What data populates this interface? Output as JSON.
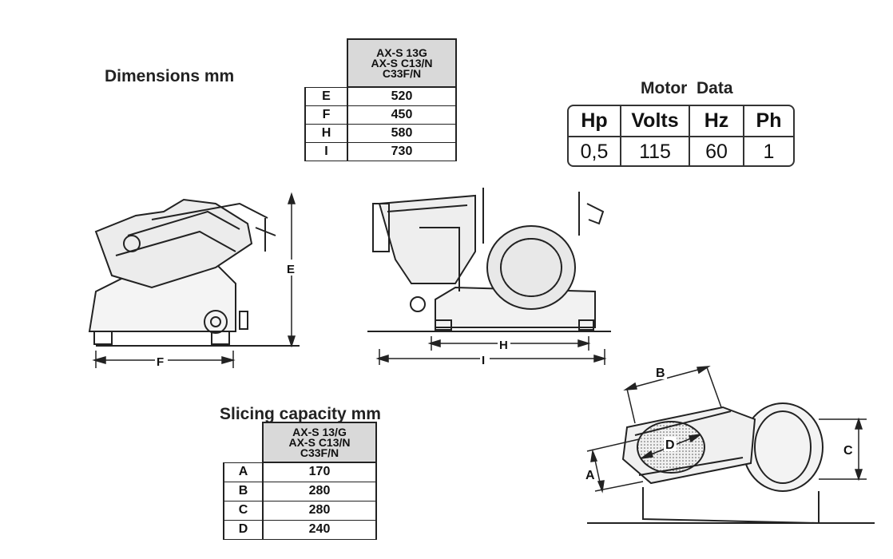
{
  "dimensions": {
    "heading": "Dimensions mm",
    "model_lines": [
      "AX-S 13G",
      "AX-S C13/N",
      "C33F/N"
    ],
    "rows": [
      {
        "key": "E",
        "value": "520"
      },
      {
        "key": "F",
        "value": "450"
      },
      {
        "key": "H",
        "value": "580"
      },
      {
        "key": "I",
        "value": "730"
      }
    ]
  },
  "motor": {
    "heading": "Motor  Data",
    "headers": [
      "Hp",
      "Volts",
      "Hz",
      "Ph"
    ],
    "values": [
      "0,5",
      "115",
      "60",
      "1"
    ]
  },
  "slicing": {
    "heading": "Slicing capacity mm",
    "model_lines": [
      "AX-S 13/G",
      "AX-S C13/N",
      "C33F/N"
    ],
    "rows": [
      {
        "key": "A",
        "value": "170"
      },
      {
        "key": "B",
        "value": "280"
      },
      {
        "key": "C",
        "value": "280"
      },
      {
        "key": "D",
        "value": "240"
      }
    ]
  },
  "drawing_labels": {
    "e": "E",
    "f": "F",
    "h": "H",
    "i": "I",
    "a": "A",
    "b": "B",
    "c": "C",
    "d": "D"
  }
}
